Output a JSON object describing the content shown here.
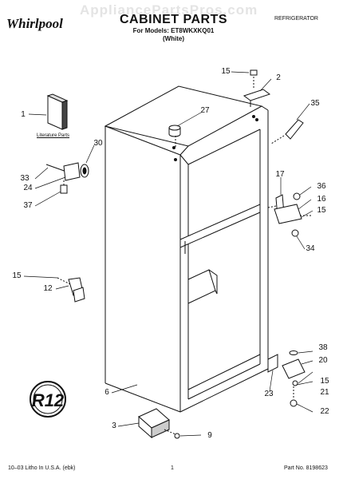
{
  "header": {
    "watermark": "AppliancePartsPros.com",
    "brand": "Whirlpool",
    "title": "CABINET PARTS",
    "models_line": "For Models: ET8WKXKQ01",
    "variant": "(White)",
    "appliance": "REFRIGERATOR"
  },
  "literature_label": "Literature Parts",
  "footer": {
    "litho": "10–03 Litho In U.S.A. (ebk)",
    "page": "1",
    "part_no": "Part No. 8198623"
  },
  "callouts": [
    "1",
    "2",
    "3",
    "6",
    "9",
    "12",
    "15",
    "15",
    "15",
    "15",
    "16",
    "17",
    "20",
    "21",
    "22",
    "23",
    "24",
    "27",
    "30",
    "33",
    "34",
    "35",
    "36",
    "37",
    "38"
  ]
}
